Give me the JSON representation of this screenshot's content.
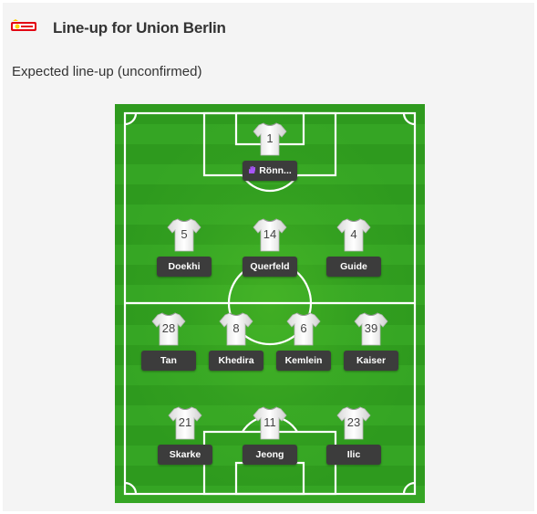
{
  "header": {
    "title": "Line-up for Union Berlin",
    "logo_colors": {
      "primary": "#e30613",
      "secondary": "#ffd200"
    }
  },
  "subtitle": "Expected line-up (unconfirmed)",
  "pitch": {
    "grass_dark": "#2e9a1e",
    "grass_light": "#35a524",
    "line_color": "#ffffff"
  },
  "players": [
    {
      "number": "1",
      "name": "Rönn...",
      "role": "goalkeeper",
      "icon": "goalkeeper-glove-icon"
    },
    {
      "number": "5",
      "name": "Doekhi"
    },
    {
      "number": "14",
      "name": "Querfeld"
    },
    {
      "number": "4",
      "name": "Guide"
    },
    {
      "number": "28",
      "name": "Tan"
    },
    {
      "number": "8",
      "name": "Khedira"
    },
    {
      "number": "6",
      "name": "Kemlein"
    },
    {
      "number": "39",
      "name": "Kaiser"
    },
    {
      "number": "21",
      "name": "Skarke"
    },
    {
      "number": "11",
      "name": "Jeong"
    },
    {
      "number": "23",
      "name": "Ilic"
    }
  ]
}
